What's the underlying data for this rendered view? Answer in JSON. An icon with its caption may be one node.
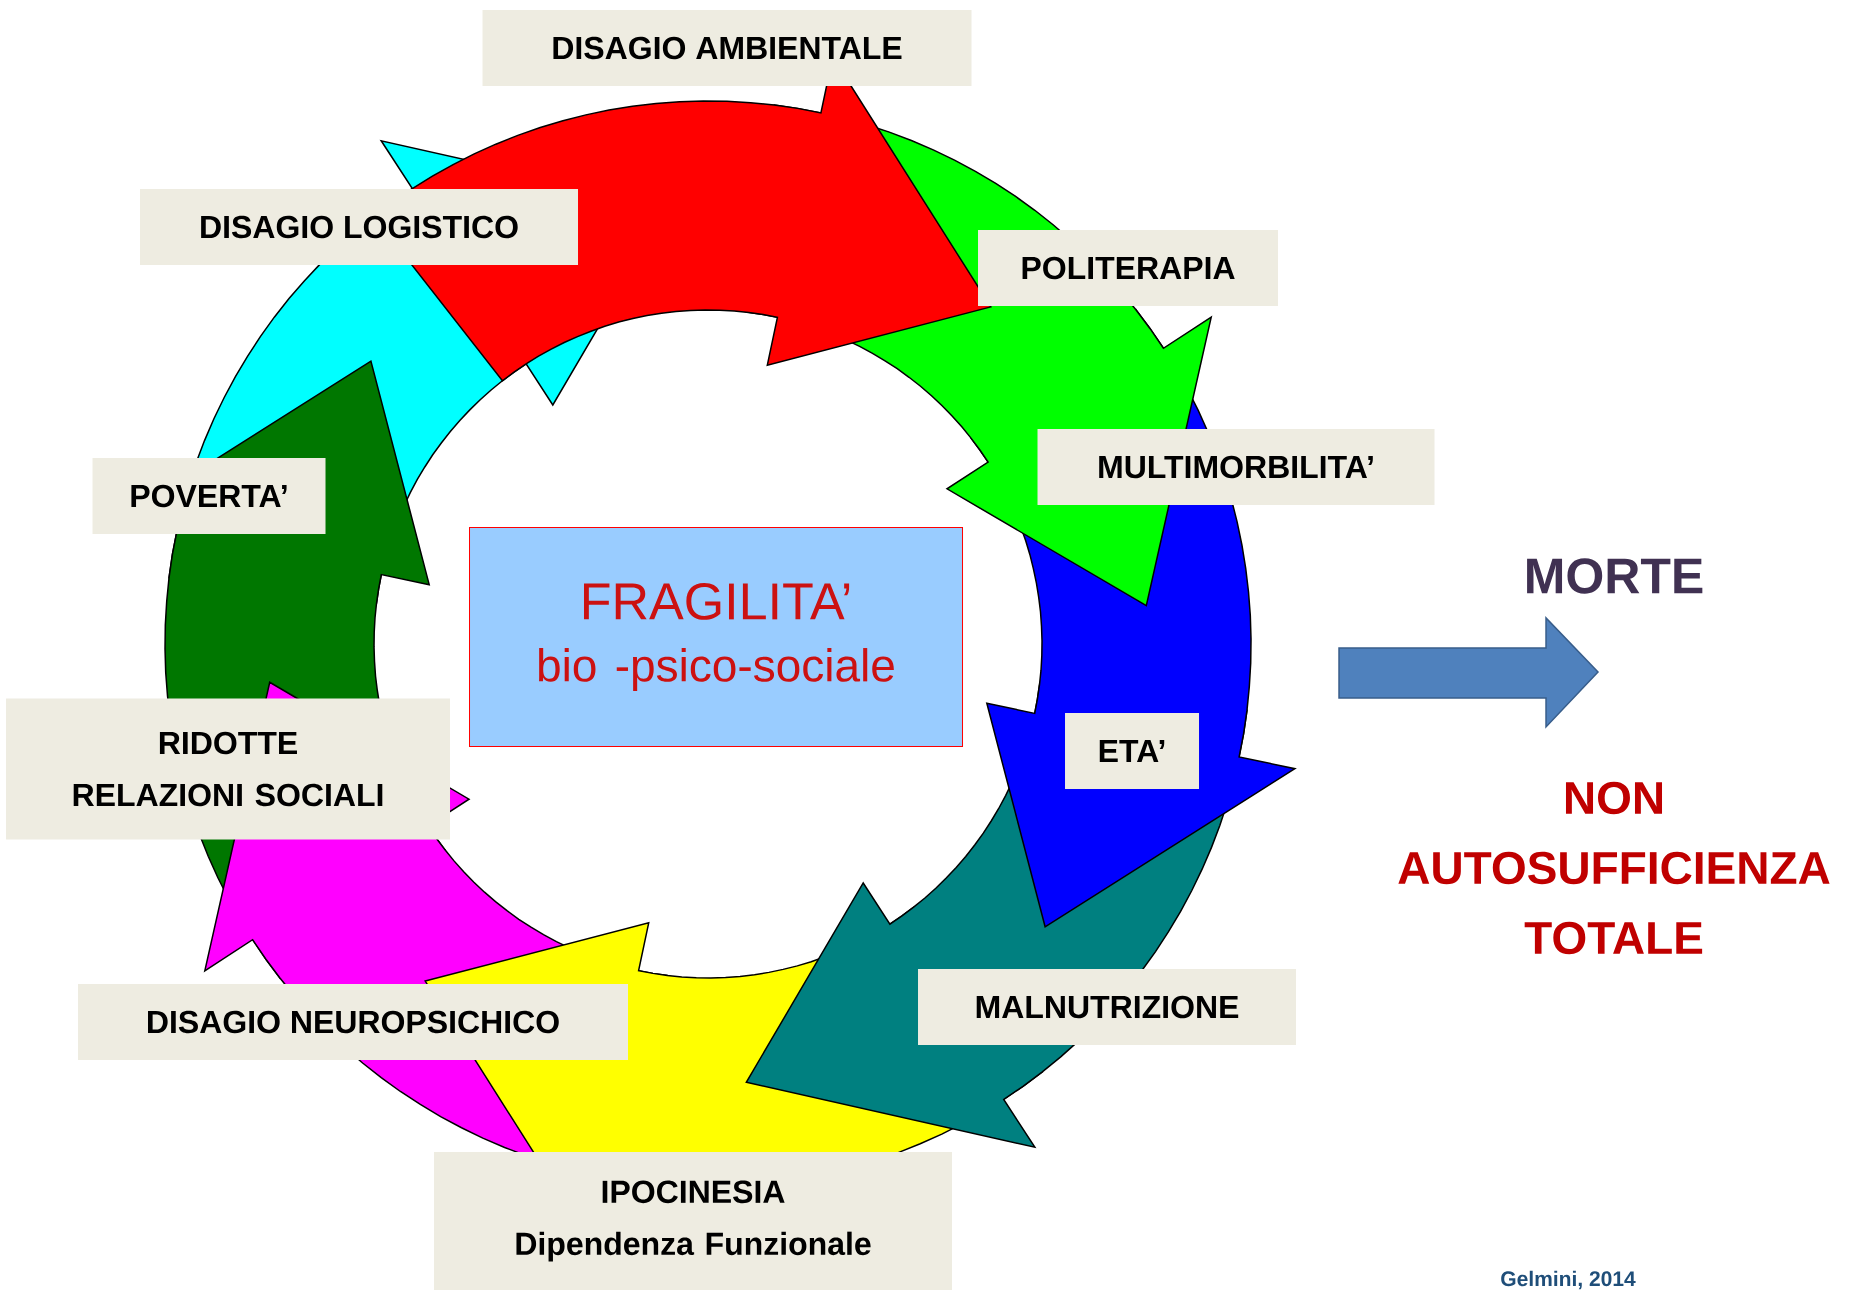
{
  "diagram": {
    "nodes": [
      {
        "text": [
          "FRAGILITA’",
          "bio -psico-sociale"
        ]
      },
      {
        "text": [
          "DISAGIO AMBIENTALE"
        ]
      },
      {
        "text": [
          "POLITERAPIA"
        ]
      },
      {
        "text": [
          "MULTIMORBILITA’"
        ]
      },
      {
        "text": [
          "ETA’"
        ]
      },
      {
        "text": [
          "MALNUTRIZIONE"
        ]
      },
      {
        "text": [
          "IPOCINESIA",
          "Dipendenza Funzionale"
        ]
      },
      {
        "text": [
          "DISAGIO NEUROPSICHICO"
        ]
      },
      {
        "text": [
          "RIDOTTE RELAZIONI SOCIALI"
        ]
      },
      {
        "text": [
          "POVERTA’"
        ]
      },
      {
        "text": [
          "DISAGIO LOGISTICO"
        ]
      }
    ],
    "labels": [
      "MORTE",
      "NON AUTOSUFFICIENZA TOTALE",
      "Gelmini, 2014"
    ]
  }
}
